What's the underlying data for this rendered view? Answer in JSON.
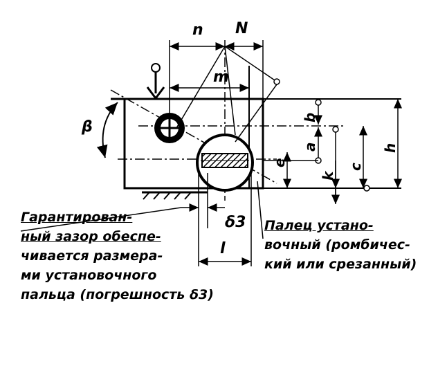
{
  "dimensions": {
    "n": "n",
    "N": "N",
    "m": "m",
    "beta": "β",
    "b": "b",
    "a": "a",
    "e": "e",
    "k": "k",
    "c": "c",
    "h": "h",
    "delta3": "δ3",
    "l": "l"
  },
  "caption_left": {
    "line1": "Гарантирован-",
    "line2": "ный зазор обеспе-",
    "line3": "чивается размера-",
    "line4": "ми установочного",
    "line5": "пальца (погрешность δ3)"
  },
  "caption_right": {
    "line1": "Палец устано-",
    "line2": "вочный (ромбичес-",
    "line3": "кий или срезанный)"
  }
}
